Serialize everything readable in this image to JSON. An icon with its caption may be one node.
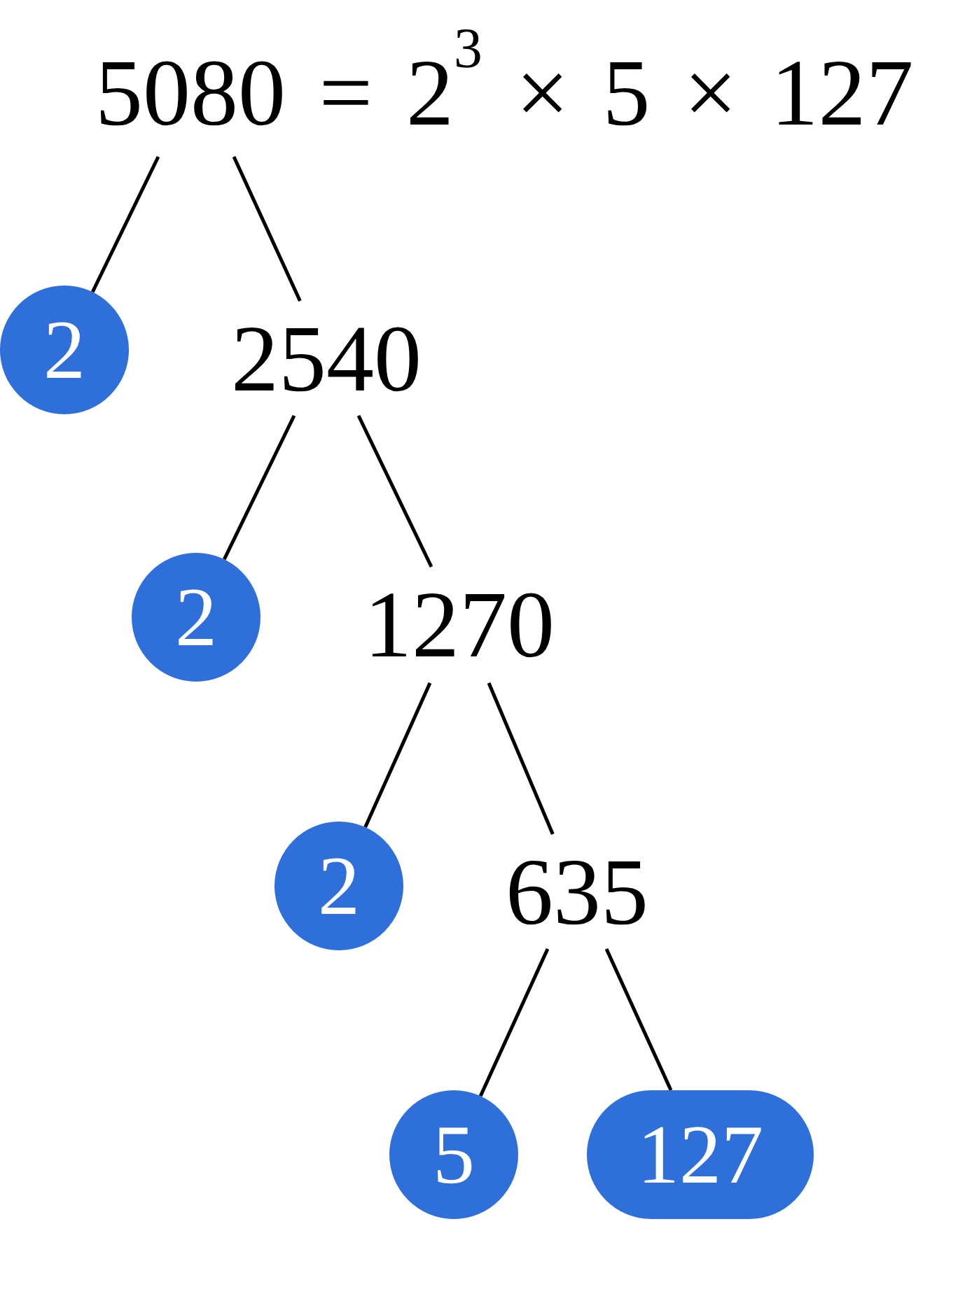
{
  "diagram": {
    "nodes": [
      {
        "text": [
          "5080 = 2$^{3}$ × 5 × 127"
        ]
      },
      {
        "text": [
          "2"
        ]
      },
      {
        "text": [
          "2540"
        ]
      },
      {
        "text": [
          "2"
        ]
      },
      {
        "text": [
          "1270"
        ]
      },
      {
        "text": [
          "2"
        ]
      },
      {
        "text": [
          "635"
        ]
      },
      {
        "text": [
          "5"
        ]
      },
      {
        "text": [
          "127"
        ]
      }
    ],
    "edges": [
      {
        "from": 0,
        "to": 1,
        "arrow": "none"
      },
      {
        "from": 0,
        "to": 2,
        "arrow": "none"
      },
      {
        "from": 2,
        "to": 3,
        "arrow": "none"
      },
      {
        "from": 2,
        "to": 4,
        "arrow": "none"
      },
      {
        "from": 4,
        "to": 5,
        "arrow": "none"
      },
      {
        "from": 4,
        "to": 6,
        "arrow": "none"
      },
      {
        "from": 6,
        "to": 7,
        "arrow": "none"
      },
      {
        "from": 6,
        "to": 8,
        "arrow": "none"
      }
    ]
  }
}
